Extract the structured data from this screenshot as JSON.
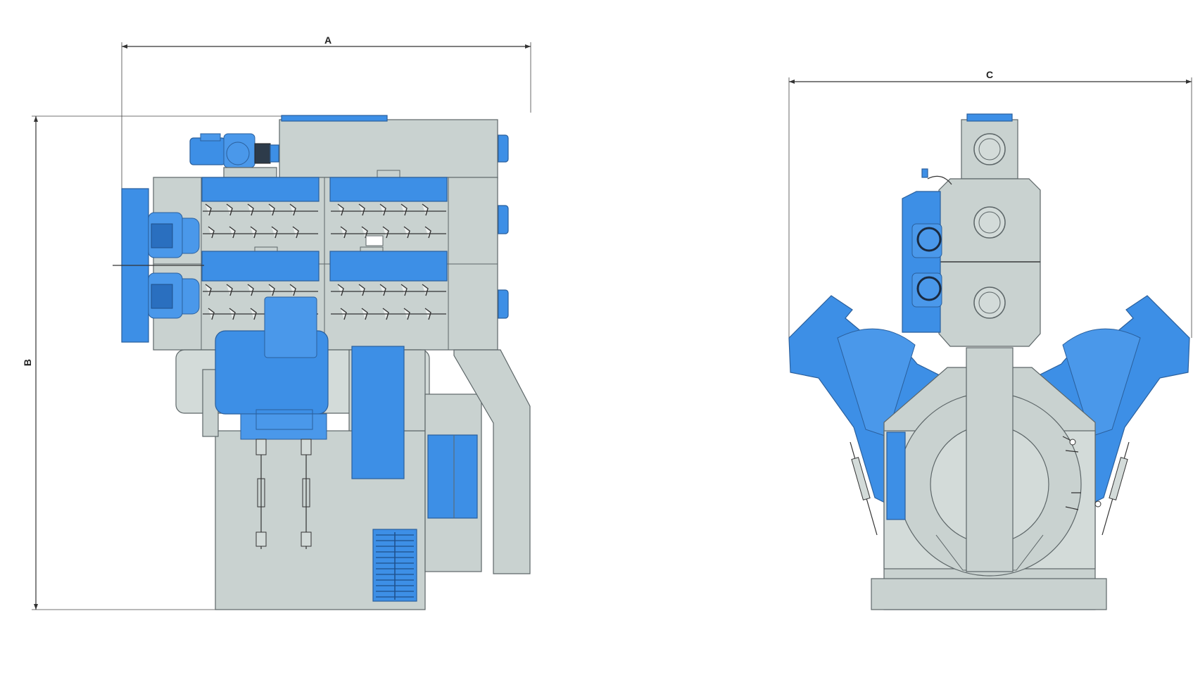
{
  "dimensions": {
    "a_label": "A",
    "b_label": "B",
    "c_label": "C"
  },
  "colors": {
    "machine_gray": "#c9d2d0",
    "machine_blue": "#3d8fe6",
    "outline": "#5d6668"
  }
}
